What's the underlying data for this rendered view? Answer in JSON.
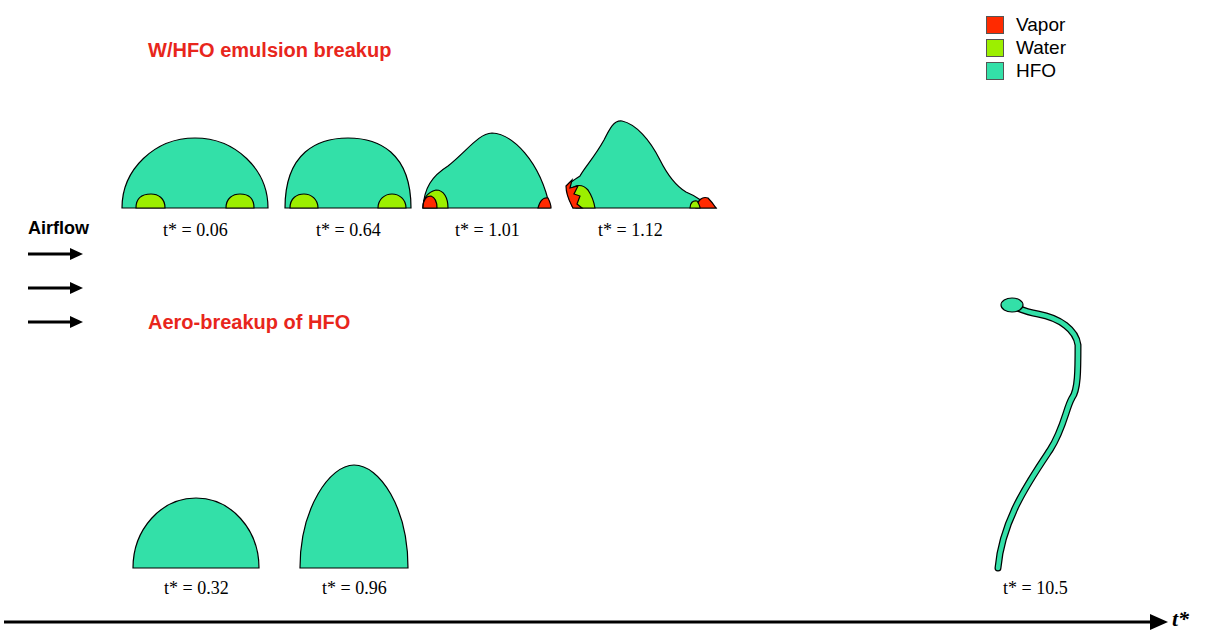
{
  "diagram": {
    "labels": [
      "W/HFO emulsion breakup",
      "Airflow",
      "Aero-breakup of HFO",
      "t* = 0.06",
      "t* = 0.64",
      "t* = 1.01",
      "t* = 1.12",
      "t* = 0.32",
      "t* = 0.96",
      "t* = 10.5",
      "t*"
    ],
    "legend": [
      {
        "text": "Vapor",
        "color": "#ff2a00"
      },
      {
        "text": "Water",
        "color": "#9cef00"
      },
      {
        "text": "HFO",
        "color": "#33e0a8"
      }
    ]
  }
}
